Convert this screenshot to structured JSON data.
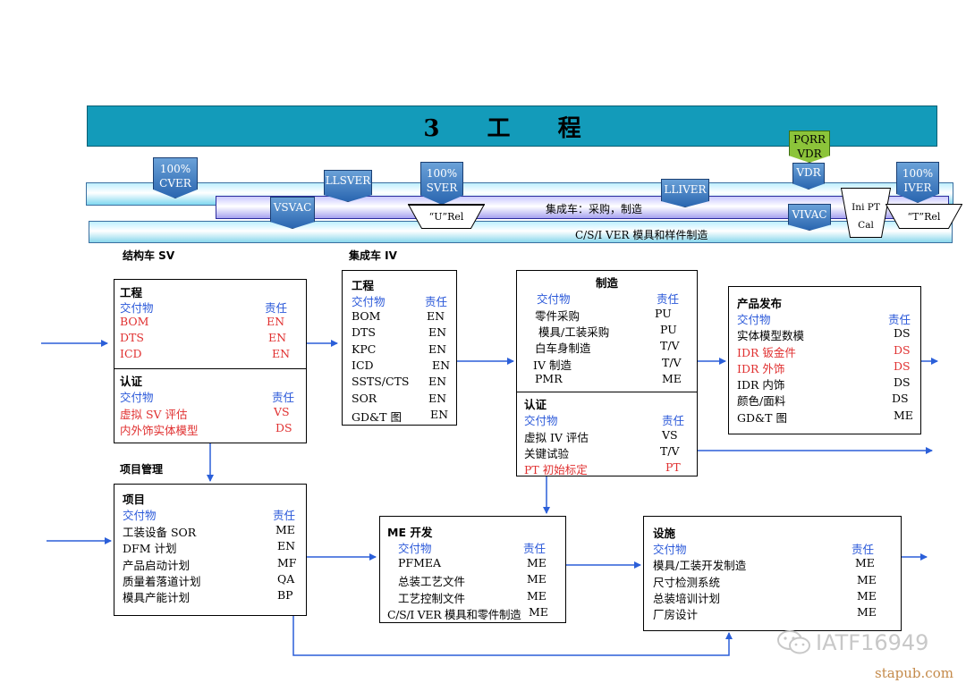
{
  "title": "3    工    程",
  "bands": {
    "top_text": "",
    "mid_text": "集成车：采购，制造",
    "bot_text": "C/S/I VER 模具和样件制造"
  },
  "milestones": {
    "cver": "100%\nCVER",
    "vsvac": "VSVAC",
    "llsver": "LLSVER",
    "sver": "100%\nSVER",
    "urel": "“U”Rel",
    "lliver": "LLIVER",
    "pqrr": "PQRR\nVDR",
    "vdr": "VDR",
    "vivac": "VIVAC",
    "inipt": "Ini PT\nCal",
    "iver": "100%\nIVER",
    "trel": "“T”Rel"
  },
  "headers": {
    "sv": "结构车 SV",
    "iv": "集成车 IV",
    "pm": "项目管理"
  },
  "box_sv": {
    "sec1": "工程",
    "deliv": "交付物",
    "resp": "责任",
    "items1": [
      [
        "BOM",
        "EN"
      ],
      [
        "DTS",
        "EN"
      ],
      [
        "ICD",
        "EN"
      ]
    ],
    "sec2": "认证",
    "deliv2": "交付物",
    "resp2": "责任",
    "items2": [
      [
        "虚拟 SV 评估",
        "VS"
      ],
      [
        "内外饰实体模型",
        "DS"
      ]
    ]
  },
  "box_iv": {
    "sec": "工程",
    "deliv": "交付物",
    "resp": "责任",
    "items": [
      [
        "BOM",
        "EN"
      ],
      [
        "DTS",
        "EN"
      ],
      [
        "KPC",
        "EN"
      ],
      [
        "ICD",
        "EN"
      ],
      [
        "SSTS/CTS",
        "EN"
      ],
      [
        "SOR",
        "EN"
      ],
      [
        "GD&T 图",
        "EN"
      ]
    ]
  },
  "box_mfg": {
    "sec": "制造",
    "deliv": "交付物",
    "resp": "责任",
    "items": [
      [
        "零件采购",
        "PU"
      ],
      [
        "模具/工装采购",
        "PU"
      ],
      [
        "白车身制造",
        "T/V"
      ],
      [
        "IV 制造",
        "T/V"
      ],
      [
        "PMR",
        "ME"
      ]
    ],
    "sec2": "认证",
    "deliv2": "交付物",
    "resp2": "责任",
    "items2": [
      [
        "虚拟 IV 评估",
        "VS"
      ],
      [
        "关键试验",
        "T/V"
      ],
      [
        "PT 初始标定",
        "PT"
      ]
    ]
  },
  "box_rel": {
    "sec": "产品发布",
    "deliv": "交付物",
    "resp": "责任",
    "items": [
      [
        "实体模型数模",
        "DS"
      ],
      [
        "IDR 钣金件",
        "DS"
      ],
      [
        "IDR 外饰",
        "DS"
      ],
      [
        "IDR 内饰",
        "DS"
      ],
      [
        "颜色/面料",
        "DS"
      ],
      [
        "GD&T 图",
        "ME"
      ]
    ]
  },
  "box_proj": {
    "sec": "项目",
    "deliv": "交付物",
    "resp": "责任",
    "items": [
      [
        "工装设备 SOR",
        "ME"
      ],
      [
        "DFM 计划",
        "EN"
      ],
      [
        "产品启动计划",
        "MF"
      ],
      [
        "质量着落道计划",
        "QA"
      ],
      [
        "模具产能计划",
        "BP"
      ]
    ]
  },
  "box_me": {
    "sec": "ME 开发",
    "deliv": "交付物",
    "resp": "责任",
    "items": [
      [
        "PFMEA",
        "ME"
      ],
      [
        "总装工艺文件",
        "ME"
      ],
      [
        "工艺控制文件",
        "ME"
      ],
      [
        "C/S/I VER 模具和零件制造",
        "ME"
      ]
    ]
  },
  "box_fac": {
    "sec": "设施",
    "deliv": "交付物",
    "resp": "责任",
    "items": [
      [
        "模具/工装开发制造",
        "ME"
      ],
      [
        "尺寸检测系统",
        "ME"
      ],
      [
        "总装培训计划",
        "ME"
      ],
      [
        "厂房设计",
        "ME"
      ]
    ]
  },
  "watermark": {
    "wechat": "IATF16949",
    "site": "stapub.com"
  },
  "colors": {
    "title_bar": "#139bba",
    "deliverable_blue": "#2b59d9",
    "highlight_red": "#e03030",
    "arrow_blue": "#2b5fd9",
    "pqrr_green": "#8cc43a"
  }
}
